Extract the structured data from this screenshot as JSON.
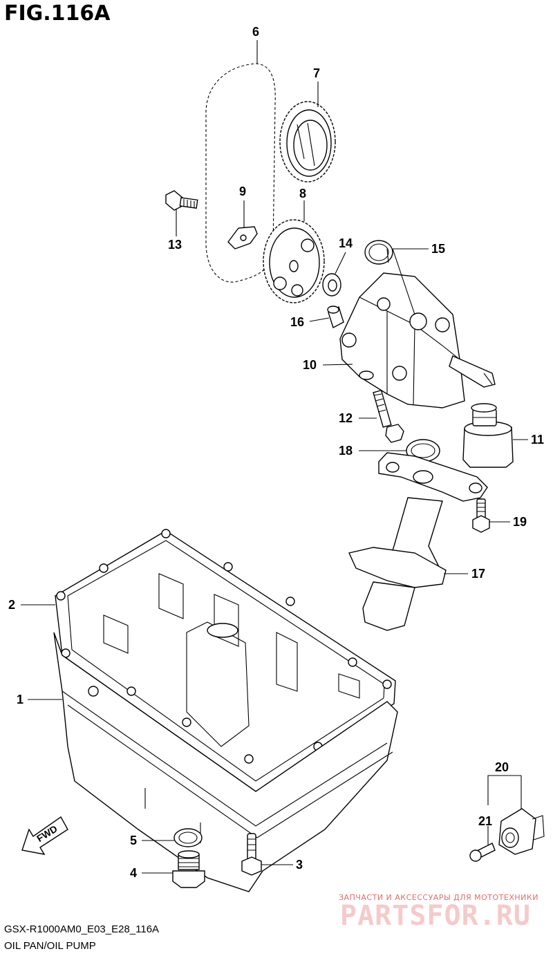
{
  "figure_title": "FIG.116A",
  "footer": {
    "model_code": "GSX-R1000AM0_E03_E28_116A",
    "section_name": "OIL PAN/OIL PUMP"
  },
  "fwd_arrow": {
    "label": "FWD"
  },
  "watermark": {
    "tagline": "ЗАПЧАСТИ И АКСЕССУАРЫ ДЛЯ МОТОТЕХНИКИ",
    "logo": "PARTSFOR.RU"
  },
  "callouts": [
    {
      "id": "1",
      "label": "1"
    },
    {
      "id": "2",
      "label": "2"
    },
    {
      "id": "3",
      "label": "3"
    },
    {
      "id": "4",
      "label": "4"
    },
    {
      "id": "5",
      "label": "5"
    },
    {
      "id": "6",
      "label": "6"
    },
    {
      "id": "7",
      "label": "7"
    },
    {
      "id": "8",
      "label": "8"
    },
    {
      "id": "9",
      "label": "9"
    },
    {
      "id": "10",
      "label": "10"
    },
    {
      "id": "11",
      "label": "11"
    },
    {
      "id": "12",
      "label": "12"
    },
    {
      "id": "13",
      "label": "13"
    },
    {
      "id": "14",
      "label": "14"
    },
    {
      "id": "15",
      "label": "15"
    },
    {
      "id": "16",
      "label": "16"
    },
    {
      "id": "17",
      "label": "17"
    },
    {
      "id": "18",
      "label": "18"
    },
    {
      "id": "19",
      "label": "19"
    },
    {
      "id": "20",
      "label": "20"
    },
    {
      "id": "21",
      "label": "21"
    }
  ]
}
